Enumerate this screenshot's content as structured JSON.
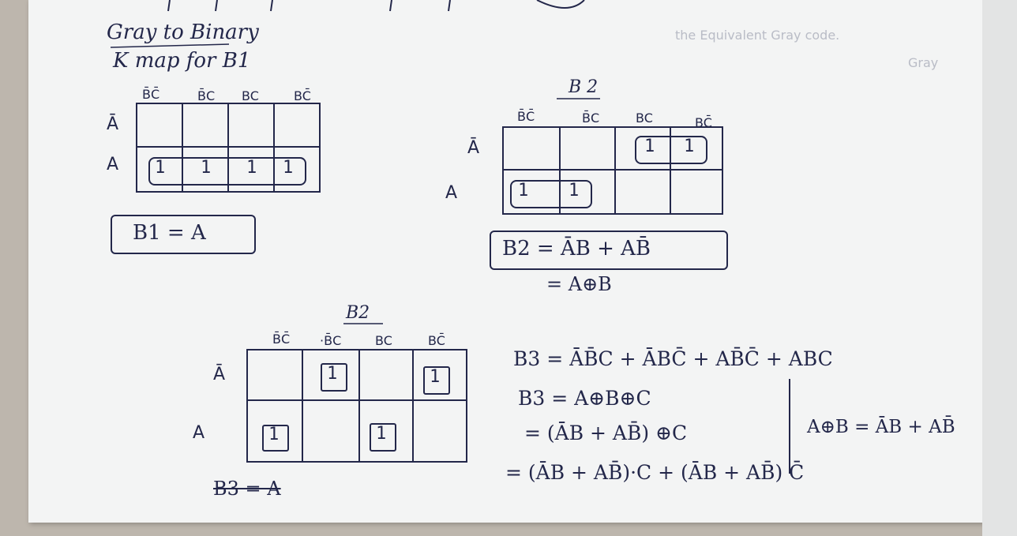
{
  "heading": {
    "line1": "Gray to Binary",
    "line2": "K map for B1"
  },
  "kmap_b1": {
    "cols": [
      "B̄C̄",
      "B̄C",
      "BC",
      "BC̄"
    ],
    "rows": [
      "Ā",
      "A"
    ],
    "cells": [
      [
        "",
        "",
        "",
        ""
      ],
      [
        "1",
        "1",
        "1",
        "1"
      ]
    ],
    "result": "B1 = A"
  },
  "kmap_b2": {
    "title": "B 2",
    "cols": [
      "B̄C̄",
      "B̄C",
      "BC",
      "BC̄"
    ],
    "rows": [
      "Ā",
      "A"
    ],
    "cells": [
      [
        "",
        "",
        "1",
        "1"
      ],
      [
        "1",
        "1",
        "",
        ""
      ]
    ],
    "result": "B2 = ĀB + AB̄",
    "xor_form": "= A⊕B"
  },
  "kmap_b3": {
    "title": "B2",
    "cols": [
      "B̄C̄",
      "·B̄C",
      "BC",
      "BC̄"
    ],
    "rows": [
      "Ā",
      "A"
    ],
    "cells": [
      [
        "",
        "1",
        "",
        "1"
      ],
      [
        "1",
        "",
        "1",
        ""
      ]
    ],
    "struck_result": "B3 = A"
  },
  "equations": {
    "line1": "B3 = ĀB̄C + ĀBC̄ + AB̄C̄ + ABC",
    "line2": "B3 = A⊕B⊕C",
    "line3": "= (ĀB + AB̄) ⊕C",
    "line4": "= (ĀB + AB̄)·C + (ĀB + AB̄) C̄",
    "side_note": "A⊕B = ĀB + AB̄"
  }
}
